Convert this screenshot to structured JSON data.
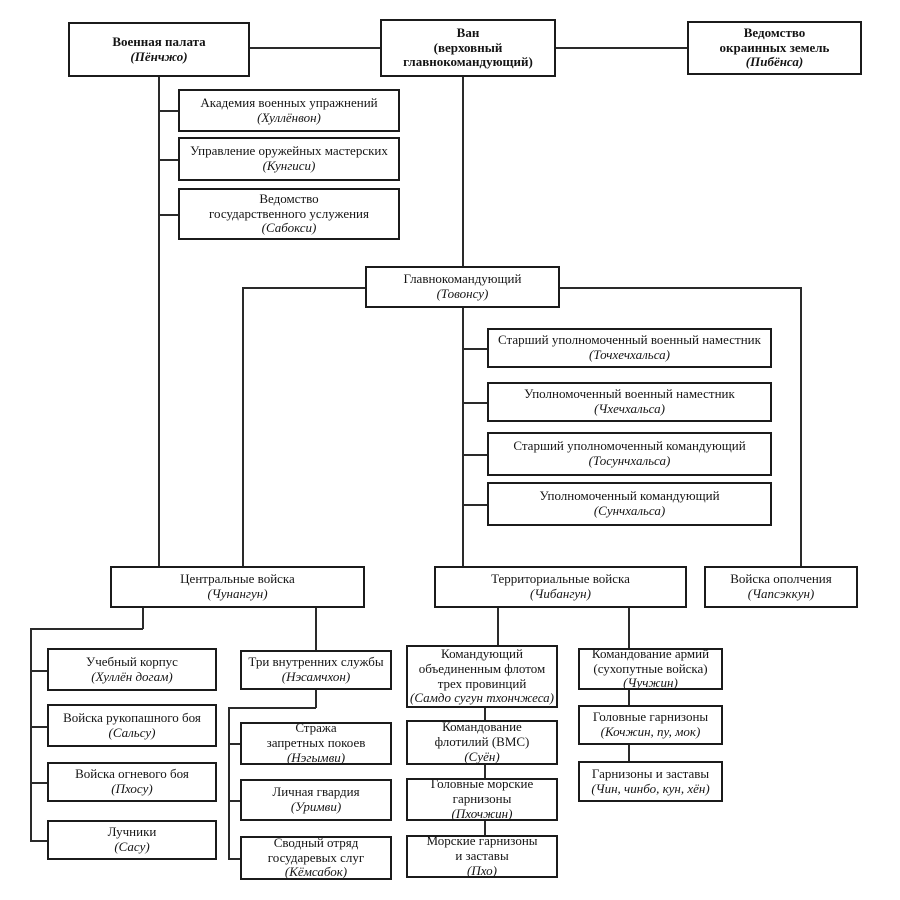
{
  "colors": {
    "background": "#ffffff",
    "box_border": "#1b1b1b",
    "connector": "#2a2a2a",
    "text": "#141414"
  },
  "nodes": {
    "military_chamber": {
      "lines": [
        "Военная палата",
        "(Пёнчжо)"
      ]
    },
    "wang": {
      "lines": [
        "Ван",
        "(верховный",
        "главнокомандующий)"
      ]
    },
    "border_lands_office": {
      "lines": [
        "Ведомство",
        "окраинных земель",
        "(Пибёнса)"
      ]
    },
    "military_academy": {
      "lines": [
        "Академия военных упражнений",
        "(Хуллёнвон)"
      ]
    },
    "armory_office": {
      "lines": [
        "Управление оружейных мастерских",
        "(Кунгиси)"
      ]
    },
    "state_service_office": {
      "lines": [
        "Ведомство",
        "государственного услужения",
        "(Сабокси)"
      ]
    },
    "commander_in_chief": {
      "lines": [
        "Главнокомандующий",
        "(Товонсу)"
      ]
    },
    "senior_military_governor": {
      "lines": [
        "Старший уполномоченный военный наместник",
        "(Точхечхальса)"
      ]
    },
    "military_governor": {
      "lines": [
        "Уполномоченный военный наместник",
        "(Чхечхальса)"
      ]
    },
    "senior_commissioned_commander": {
      "lines": [
        "Старший уполномоченный командующий",
        "(Тосунчхальса)"
      ]
    },
    "commissioned_commander": {
      "lines": [
        "Уполномоченный командующий",
        "(Сунчхальса)"
      ]
    },
    "central_troops": {
      "lines": [
        "Центральные войска",
        "(Чунангун)"
      ]
    },
    "territorial_troops": {
      "lines": [
        "Территориальные войска",
        "(Чибангун)"
      ]
    },
    "militia_troops": {
      "lines": [
        "Войска ополчения",
        "(Чапсэккун)"
      ]
    },
    "training_corps": {
      "lines": [
        "Учебный корпус",
        "(Хуллён догам)"
      ]
    },
    "melee_troops": {
      "lines": [
        "Войска рукопашного боя",
        "(Сальсу)"
      ]
    },
    "fire_troops": {
      "lines": [
        "Войска огневого боя",
        "(Пхосу)"
      ]
    },
    "archers": {
      "lines": [
        "Лучники",
        "(Сасу)"
      ]
    },
    "three_inner_services": {
      "lines": [
        "Три внутренних службы",
        "(Нэсамчхон)"
      ]
    },
    "forbidden_chambers_guard": {
      "lines": [
        "Стража",
        "запретных покоев",
        "(Нэгымви)"
      ]
    },
    "personal_guard": {
      "lines": [
        "Личная гвардия",
        "(Уримви)"
      ]
    },
    "combined_servants_detachment": {
      "lines": [
        "Сводный отряд",
        "государевых слуг",
        "(Кёмсабок)"
      ]
    },
    "united_fleet_commander": {
      "lines": [
        "Командующий",
        "объединенным флотом",
        "трех провинций",
        "(Самдо сугун тхончжеса)"
      ]
    },
    "flotilla_command": {
      "lines": [
        "Командование",
        "флотилий (ВМС)",
        "(Суён)"
      ]
    },
    "head_naval_garrisons": {
      "lines": [
        "Головные морские",
        "гарнизоны",
        "(Пхочжин)"
      ]
    },
    "naval_garrisons_outposts": {
      "lines": [
        "Морские гарнизоны",
        "и заставы",
        "(Пхо)"
      ]
    },
    "army_command": {
      "lines": [
        "Командование армий",
        "(сухопутные войска)",
        "(Чучжин)"
      ]
    },
    "head_garrisons": {
      "lines": [
        "Головные гарнизоны",
        "(Кочжин, пу, мок)"
      ]
    },
    "garrisons_outposts": {
      "lines": [
        "Гарнизоны и заставы",
        "(Чин, чинбо, кун, хён)"
      ]
    }
  }
}
